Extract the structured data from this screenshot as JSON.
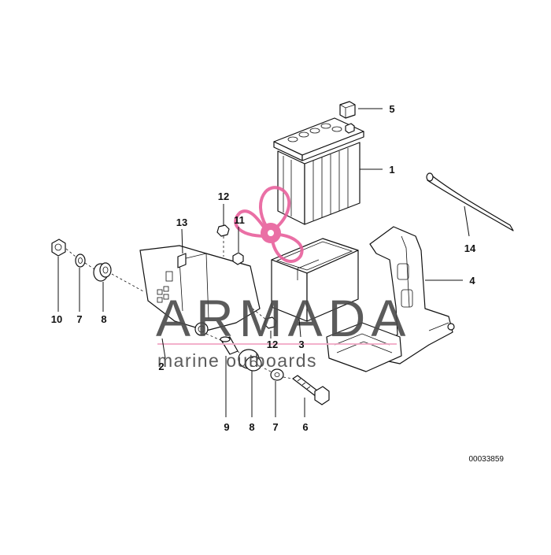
{
  "diagram": {
    "labels": {
      "p1": "1",
      "p2": "2",
      "p3": "3",
      "p4": "4",
      "p5": "5",
      "p6": "6",
      "p7a": "7",
      "p7b": "7",
      "p8a": "8",
      "p8b": "8",
      "p9": "9",
      "p10": "10",
      "p11": "11",
      "p12a": "12",
      "p12b": "12",
      "p13": "13",
      "p14": "14"
    },
    "drawing_number": "00033859"
  },
  "watermark": {
    "brand": "ARMADA",
    "tagline": "marine outboards",
    "colors": {
      "text": "#4a4a4a",
      "logo": "#e8609c",
      "underline": "#f2a9c6"
    }
  }
}
